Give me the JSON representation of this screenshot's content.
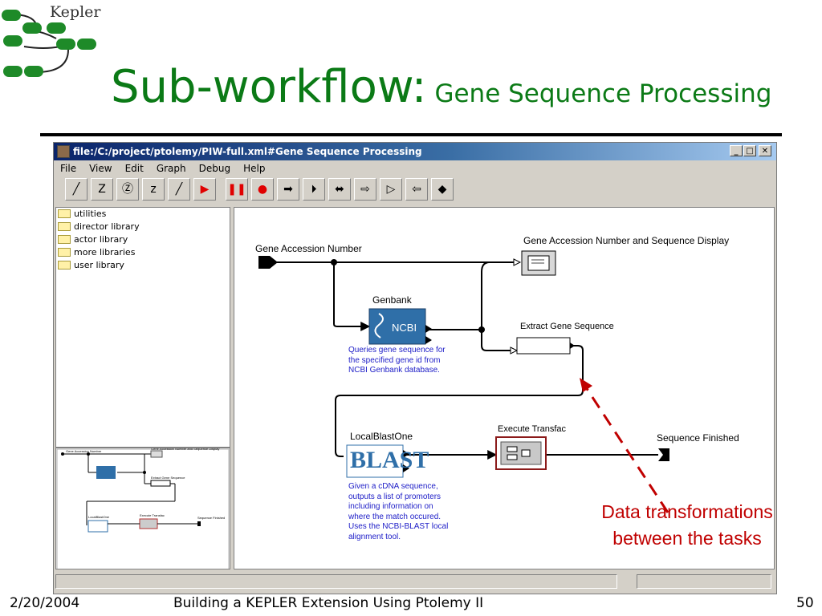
{
  "logo": {
    "text": "Kepler"
  },
  "slide": {
    "title": "Sub-workflow:",
    "subtitle": "Gene Sequence Processing",
    "annotation": "Data transformations\nbetween the tasks",
    "footer": {
      "date": "2/20/2004",
      "center": "Building a KEPLER Extension Using Ptolemy II",
      "page": "50"
    }
  },
  "window": {
    "title": "file:/C:/project/ptolemy/PIW-full.xml#Gene Sequence Processing",
    "controls": {
      "minimize": "_",
      "maximize": "□",
      "close": "✕"
    },
    "menu": [
      "File",
      "View",
      "Edit",
      "Graph",
      "Debug",
      "Help"
    ],
    "toolbar": [
      {
        "name": "zoom-in",
        "glyph": "╱"
      },
      {
        "name": "zoom-reset",
        "glyph": "Z"
      },
      {
        "name": "zoom-fit",
        "glyph": "Ⓩ"
      },
      {
        "name": "zoom-out",
        "glyph": "z"
      },
      {
        "name": "layout",
        "glyph": "╱"
      },
      {
        "name": "run",
        "glyph": "▶"
      },
      {
        "name": "pause",
        "glyph": "❚❚"
      },
      {
        "name": "stop",
        "glyph": "●"
      },
      {
        "name": "add-input",
        "glyph": "➡"
      },
      {
        "name": "add-output",
        "glyph": "⏵"
      },
      {
        "name": "add-inout",
        "glyph": "⬌"
      },
      {
        "name": "add-multi-input",
        "glyph": "⇨"
      },
      {
        "name": "add-multi-output",
        "glyph": "▷"
      },
      {
        "name": "add-multi-inout",
        "glyph": "⇦"
      },
      {
        "name": "add-relation",
        "glyph": "◆"
      }
    ],
    "library": [
      "utilities",
      "director library",
      "actor library",
      "more libraries",
      "user library"
    ]
  },
  "workflow": {
    "gene_input": "Gene Accession Number",
    "display": "Gene Accession Number and Sequence Display",
    "genbank": "Genbank",
    "genbank_logo": "NCBI",
    "genbank_note": "Queries gene sequence for\nthe specified gene id from\nNCBI Genbank database.",
    "extract": "Extract Gene Sequence",
    "blast": "LocalBlastOne",
    "blast_logo": "BLAST",
    "blast_note": "Given a cDNA sequence,\noutputs a list of promoters\nincluding information on\nwhere the match occured.\nUses the NCBI-BLAST local\nalignment tool.",
    "transfac": "Execute Transfac",
    "finished": "Sequence Finished"
  },
  "colors": {
    "title_green": "#0b7a16",
    "annotation_red": "#c00000",
    "note_blue": "#2020c8",
    "actor_blue": "#2f6fa8"
  }
}
